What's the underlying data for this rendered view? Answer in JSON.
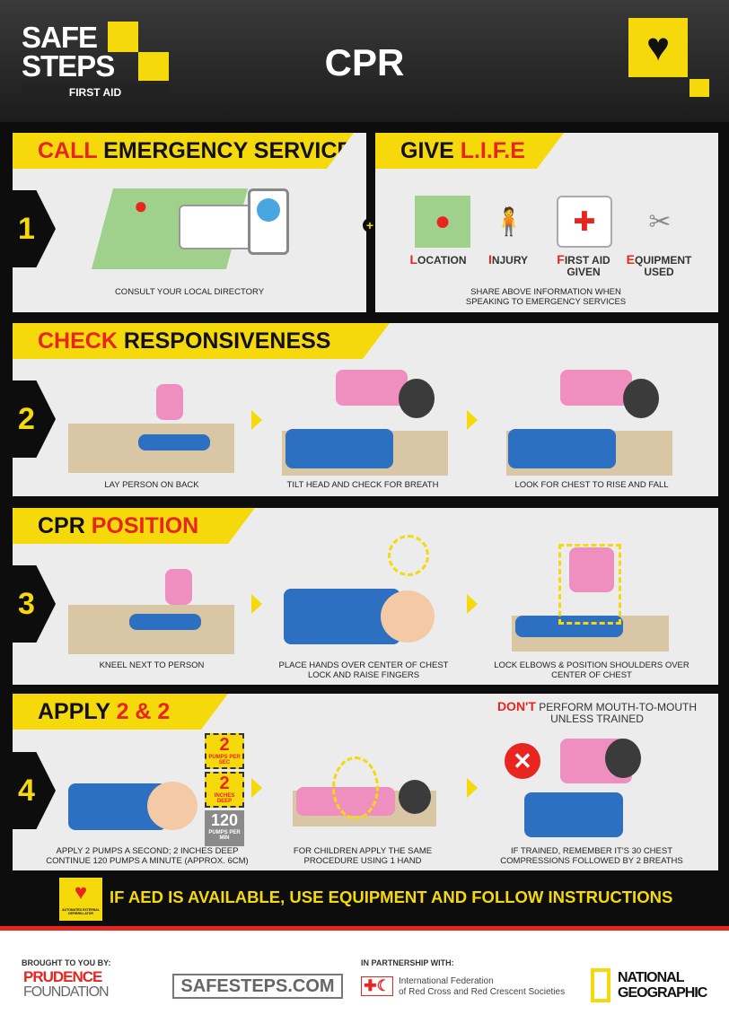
{
  "header": {
    "logo_line1": "SAFE",
    "logo_line2": "STEPS",
    "logo_sub": "FIRST AID",
    "title": "CPR",
    "icon": "heart-icon"
  },
  "steps": [
    {
      "number": "1",
      "title_a": "CALL",
      "title_b": "EMERGENCY SERVICES",
      "caption": "CONSULT YOUR LOCAL DIRECTORY"
    },
    {
      "number": "2",
      "title_a": "CHECK",
      "title_b": "RESPONSIVENESS",
      "captions": [
        "LAY PERSON ON BACK",
        "TILT HEAD AND CHECK FOR BREATH",
        "LOOK FOR CHEST TO RISE AND FALL"
      ]
    },
    {
      "number": "3",
      "title_a": "CPR",
      "title_b": "POSITION",
      "captions": [
        "KNEEL NEXT TO PERSON",
        "PLACE HANDS OVER CENTER OF CHEST LOCK AND RAISE FINGERS",
        "LOCK ELBOWS & POSITION SHOULDERS OVER CENTER OF CHEST"
      ]
    },
    {
      "number": "4",
      "title_a": "APPLY",
      "title_b": "2 & 2",
      "captions": [
        "APPLY 2 PUMPS A SECOND; 2 INCHES DEEP CONTINUE 120 PUMPS A MINUTE (APPROX. 6CM)",
        "FOR CHILDREN APPLY THE SAME PROCEDURE USING 1 HAND",
        "IF TRAINED, REMEMBER IT'S 30 CHEST COMPRESSIONS FOLLOWED BY 2 BREATHS"
      ],
      "badges": [
        {
          "value": "2",
          "label": "PUMPS PER SEC"
        },
        {
          "value": "2",
          "label": "INCHES DEEP"
        },
        {
          "value": "120",
          "label": "PUMPS PER MIN"
        }
      ],
      "warning_a": "DON'T",
      "warning_b": "PERFORM MOUTH-TO-MOUTH UNLESS TRAINED"
    }
  ],
  "life": {
    "title_a": "GIVE",
    "title_b": "L.I.F.E",
    "items": [
      {
        "initial": "L",
        "rest": "OCATION"
      },
      {
        "initial": "I",
        "rest": "NJURY"
      },
      {
        "initial": "F",
        "rest": "IRST AID GIVEN"
      },
      {
        "initial": "E",
        "rest": "QUIPMENT USED"
      }
    ],
    "caption": "SHARE ABOVE INFORMATION WHEN SPEAKING TO EMERGENCY SERVICES",
    "plus": "+"
  },
  "aed": {
    "text": "IF AED IS AVAILABLE, USE EQUIPMENT AND FOLLOW INSTRUCTIONS",
    "logo_caption": "AUTOMATED EXTERNAL DEFIBRILLATOR"
  },
  "footer": {
    "brought": "BROUGHT TO YOU BY:",
    "prudence_1": "PRUDENCE",
    "prudence_2": "FOUNDATION",
    "site": "SAFESTEPS.COM",
    "partner": "IN PARTNERSHIP WITH:",
    "ifrc_1": "International Federation",
    "ifrc_2": "of Red Cross and Red Crescent Societies",
    "natgeo_1": "NATIONAL",
    "natgeo_2": "GEOGRAPHIC"
  },
  "colors": {
    "yellow": "#f5d90a",
    "red": "#e8251e",
    "dark": "#0d0d0d",
    "panel": "#ececec",
    "blue": "#2d6fc1",
    "pink": "#ef8fbf"
  }
}
